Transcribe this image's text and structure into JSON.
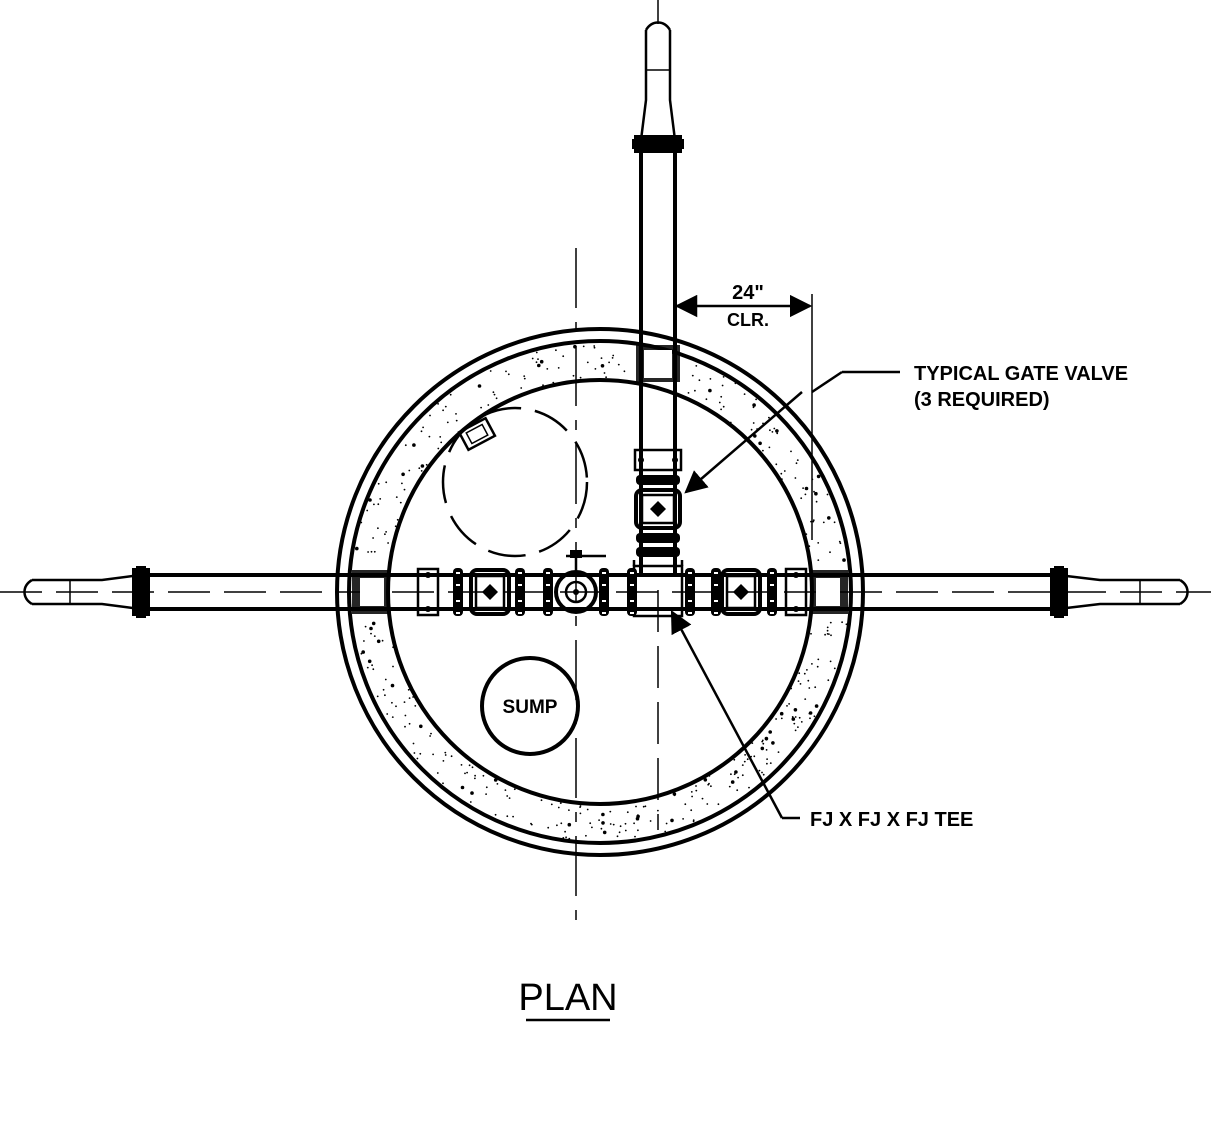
{
  "labels": {
    "clearance_value": "24\"",
    "clearance_unit": "CLR.",
    "gate_valve_line1": "TYPICAL GATE VALVE",
    "gate_valve_line2": "(3 REQUIRED)",
    "tee": "FJ X FJ X FJ TEE",
    "sump": "SUMP",
    "view_title": "PLAN"
  },
  "colors": {
    "ink": "#000000",
    "paper": "#ffffff"
  },
  "icons": {
    "gate_valve": "diamond-in-box",
    "concrete": "stipple"
  }
}
